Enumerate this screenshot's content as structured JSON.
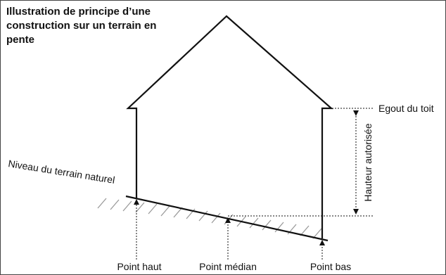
{
  "title_lines": [
    "Illustration de principe d’une",
    "construction sur un terrain en",
    "pente"
  ],
  "labels": {
    "egout": "Egout du toit",
    "hauteur": "Hauteur autorisée",
    "terrain": "Niveau du terrain naturel",
    "point_haut": "Point haut",
    "point_median": "Point médian",
    "point_bas": "Point bas"
  },
  "colors": {
    "line": "#111111",
    "hatch": "#9a9a9a",
    "border": "#444444"
  }
}
